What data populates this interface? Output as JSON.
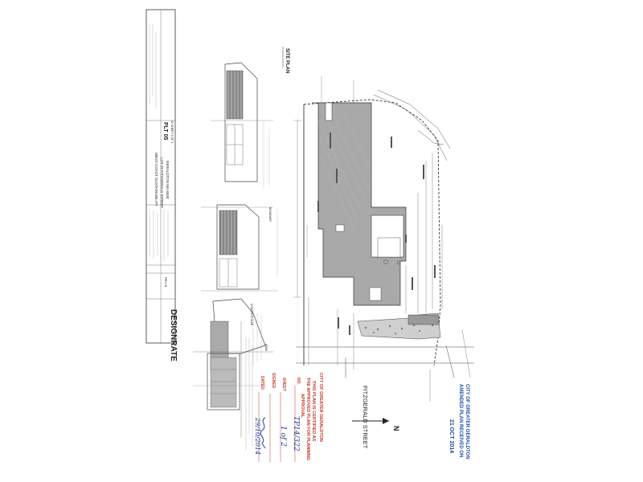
{
  "drawing": {
    "site_plan_label": "SITE PLAN",
    "street_name": "FITZGERALD STREET",
    "north_label": "N",
    "company": "DESIGNRATE",
    "project_for": "WEST COAST SUSTAINABILITY",
    "project_address_line1": "LOT 25 FITZGERALD STREET",
    "project_address_line2": "GERALDTON WA 6530",
    "drawing_no": "PLT 05",
    "sheet_code": "42 SHEET 1 OF 1",
    "rev": "REV B",
    "labels": {
      "boundary": "BOUNDARY",
      "kerb": "KERB",
      "concrete": "CONCRETE SLAB"
    }
  },
  "stamps": {
    "amended_line1": "CITY OF GREATER GERALDTON",
    "amended_line2": "AMENDED PLAN RECEIVED ON",
    "amended_date": "21 OCT 2014",
    "cert_line1": "CITY OF GREATER GERALDTON",
    "cert_line2": "THIS PLAN IS CERTIFIED AS",
    "cert_line3": "THE APPROVED PLAN FOR PLANNING",
    "cert_line4": "APPROVAL",
    "no_label": "NO.",
    "no_value": "TP14/322",
    "sheet_label": "SHEET",
    "sheet_value": "1 of 2",
    "signed_label": "SIGNED",
    "dated_label": "DATED",
    "dated_value": "29/10/2014"
  }
}
